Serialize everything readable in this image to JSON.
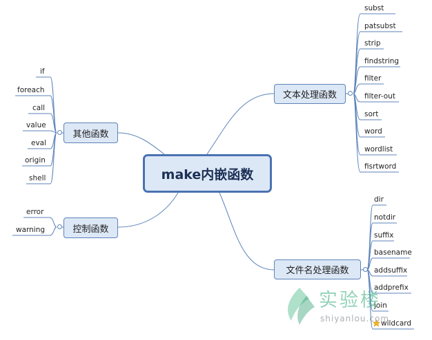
{
  "root": {
    "label": "make内嵌函数"
  },
  "topics": {
    "text": {
      "label": "文本处理函数",
      "items": [
        "subst",
        "patsubst",
        "strip",
        "findstring",
        "filter",
        "filter-out",
        "sort",
        "word",
        "wordlist",
        "fisrtword"
      ]
    },
    "file": {
      "label": "文件名处理函数",
      "items": [
        "dir",
        "notdir",
        "suffix",
        "basename",
        "addsuffix",
        "addprefix",
        "join",
        "wildcard"
      ]
    },
    "other": {
      "label": "其他函数",
      "items": [
        "if",
        "foreach",
        "call",
        "value",
        "eval",
        "origin",
        "shell"
      ]
    },
    "control": {
      "label": "控制函数",
      "items": [
        "error",
        "warning"
      ]
    }
  },
  "watermark": {
    "name": "实验楼",
    "domain": "shiyanlou.com"
  },
  "colors": {
    "line": "#5b82b8",
    "node_fill": "#dde8f6",
    "root_border": "#4a72b0",
    "watermark": "#4ab58a"
  }
}
